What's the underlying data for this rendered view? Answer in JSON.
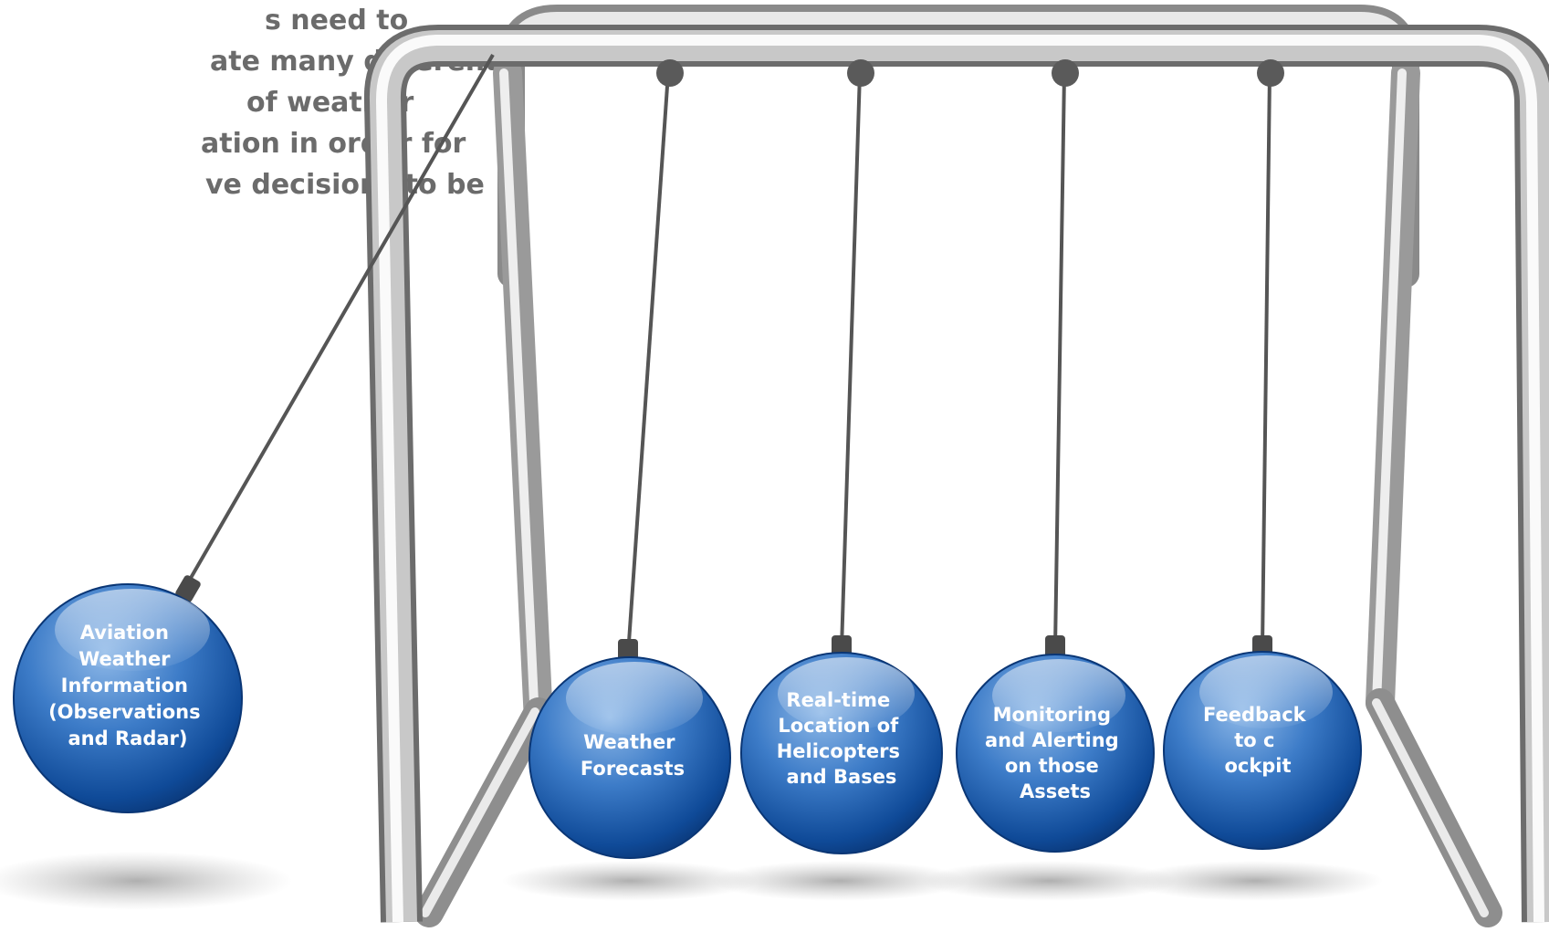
{
  "intro_text": {
    "lines": [
      "s need to",
      "ate many different",
      "of weather",
      "ation in order for",
      "ve decisions to be"
    ],
    "color": "#6b6b6b"
  },
  "balls": [
    {
      "id": "aviation-weather-information",
      "lines": [
        "Aviation",
        "Weather",
        "Information",
        "(Observations",
        "and Radar)"
      ]
    },
    {
      "id": "weather-forecasts",
      "lines": [
        "Weather",
        "Forecasts"
      ]
    },
    {
      "id": "real-time-location",
      "lines": [
        "Real-time",
        "Location of",
        "Helicopters",
        "and Bases"
      ]
    },
    {
      "id": "monitoring-and-alerting",
      "lines": [
        "Monitoring",
        "and Alerting",
        "on those",
        "Assets"
      ]
    },
    {
      "id": "feedback-to-cockpit",
      "lines": [
        "Feedback",
        "to c",
        "ockpit"
      ]
    }
  ],
  "colors": {
    "ball_light": "#6fa3dd",
    "ball_mid": "#2f6fbf",
    "ball_dark": "#0c3f86",
    "frame_light": "#f4f4f4",
    "frame_mid": "#bdbdbd",
    "frame_dark": "#6e6e6e",
    "string": "#555555"
  }
}
